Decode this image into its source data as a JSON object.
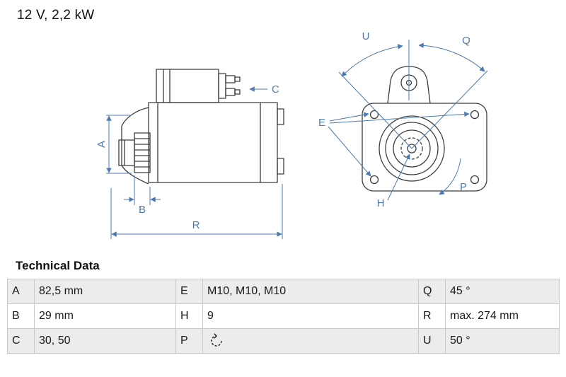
{
  "title": "12 V, 2,2 kW",
  "technical_data": {
    "heading": "Technical Data",
    "rows": [
      [
        {
          "key": "A",
          "value": "82,5 mm"
        },
        {
          "key": "E",
          "value": "M10, M10, M10"
        },
        {
          "key": "Q",
          "value": "45 °"
        }
      ],
      [
        {
          "key": "B",
          "value": "29 mm"
        },
        {
          "key": "H",
          "value": "9"
        },
        {
          "key": "R",
          "value": "max. 274 mm"
        }
      ],
      [
        {
          "key": "C",
          "value": "30, 50"
        },
        {
          "key": "P",
          "value": "",
          "icon": "rotation-direction-icon"
        },
        {
          "key": "U",
          "value": "50 °"
        }
      ]
    ]
  },
  "diagram": {
    "labels": {
      "A": "A",
      "B": "B",
      "C": "C",
      "R": "R",
      "U": "U",
      "Q": "Q",
      "E": "E",
      "H": "H",
      "P": "P"
    },
    "colors": {
      "dimension": "#4d7ab0",
      "part": "#3d3d3d"
    }
  }
}
